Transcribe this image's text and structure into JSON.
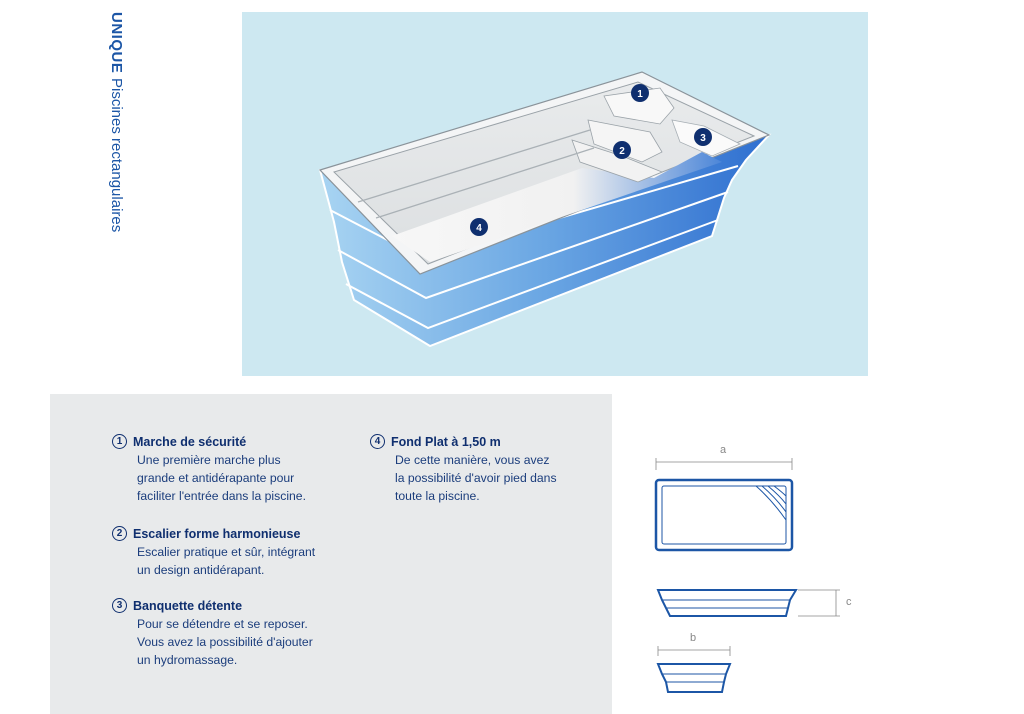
{
  "header": {
    "brand": "UNIQUE",
    "subtitle": "Piscines rectangulaires"
  },
  "markers": [
    "1",
    "2",
    "3",
    "4"
  ],
  "features": [
    {
      "num": "1",
      "title": "Marche de sécurité",
      "lines": [
        "Une première marche plus",
        "grande et antidérapante pour",
        "faciliter l'entrée dans la piscine."
      ]
    },
    {
      "num": "2",
      "title": "Escalier forme harmonieuse",
      "lines": [
        "Escalier pratique et sûr, intégrant",
        "un design antidérapant."
      ]
    },
    {
      "num": "3",
      "title": "Banquette détente",
      "lines": [
        "Pour se détendre et se reposer.",
        "Vous avez la possibilité d'ajouter",
        "un hydromassage."
      ]
    },
    {
      "num": "4",
      "title": "Fond Plat à 1,50 m",
      "lines": [
        "De cette manière, vous avez",
        "la possibilité d'avoir pied dans",
        "toute la piscine."
      ]
    }
  ],
  "dimensions": {
    "a": "a",
    "b": "b",
    "c": "c"
  },
  "colors": {
    "accent": "#1c56a6",
    "dark": "#0f2f6f",
    "hero_bg": "#cde8f1",
    "panel_bg": "#e8eaeb"
  }
}
